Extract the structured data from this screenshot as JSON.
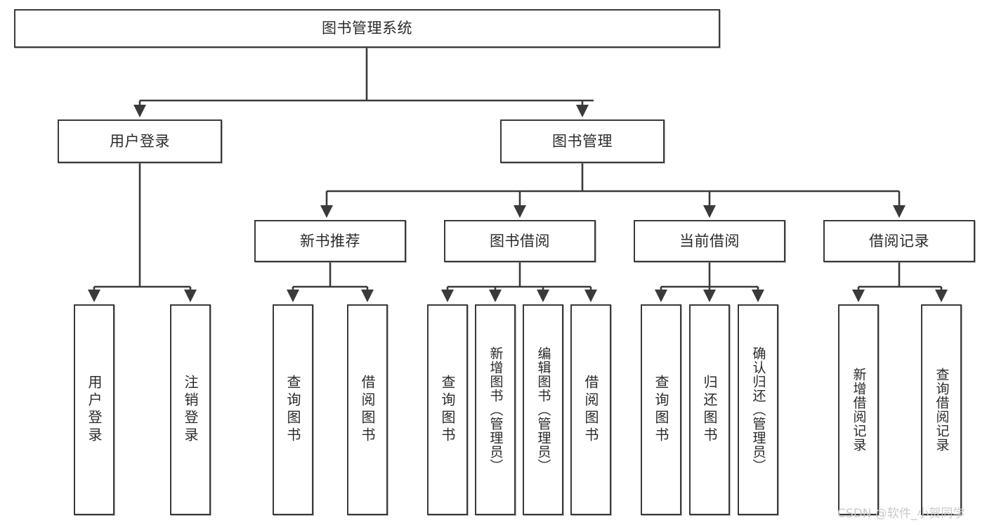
{
  "diagram": {
    "type": "tree-hierarchy",
    "title": "图书管理系统",
    "root": {
      "label": "图书管理系统"
    },
    "level1": [
      {
        "label": "用户登录"
      },
      {
        "label": "图书管理"
      }
    ],
    "level2": [
      {
        "label": "新书推荐"
      },
      {
        "label": "图书借阅"
      },
      {
        "label": "当前借阅"
      },
      {
        "label": "借阅记录"
      }
    ],
    "leaves": [
      {
        "label": "用户登录"
      },
      {
        "label": "注销登录"
      },
      {
        "label": "查询图书"
      },
      {
        "label": "借阅图书"
      },
      {
        "label": "查询图书"
      },
      {
        "label": "新增图书（管理员）"
      },
      {
        "label": "编辑图书（管理员）"
      },
      {
        "label": "借阅图书"
      },
      {
        "label": "查询图书"
      },
      {
        "label": "归还图书"
      },
      {
        "label": "确认归还（管理员）"
      },
      {
        "label": "新增借阅记录"
      },
      {
        "label": "查询借阅记录"
      }
    ]
  },
  "watermark": {
    "text": "CSDN @软件_小贺同学"
  },
  "colors": {
    "stroke": "#3a3a3a",
    "fill": "#ffffff",
    "text": "#2b2b2b",
    "watermark": "#c9c9c9"
  }
}
